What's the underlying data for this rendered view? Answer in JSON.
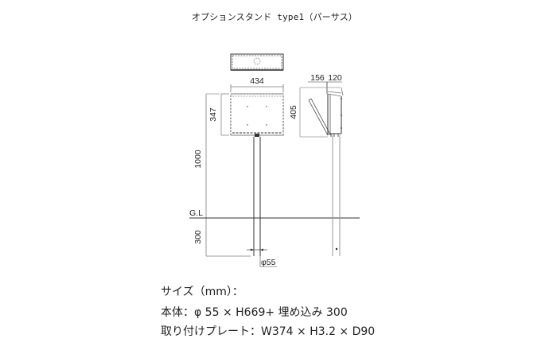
{
  "title": "オプションスタンド type1（パーサス）",
  "dimensions": {
    "width_434": "434",
    "height_347": "347",
    "height_1000": "1000",
    "depth_156": "156",
    "depth_120": "120",
    "height_405": "405",
    "burial_300": "300",
    "pipe_diameter": "φ55",
    "ground_label": "G.L"
  },
  "specs": {
    "size_heading": "サイズ（mm）：",
    "body_line": "本体：φ 55 × H669+ 埋め込み 300",
    "plate_line": "取り付けプレート：W374 × H3.2 × D90"
  },
  "colors": {
    "line": "#333333",
    "dim_line": "#9a9a9a",
    "text": "#222222"
  }
}
